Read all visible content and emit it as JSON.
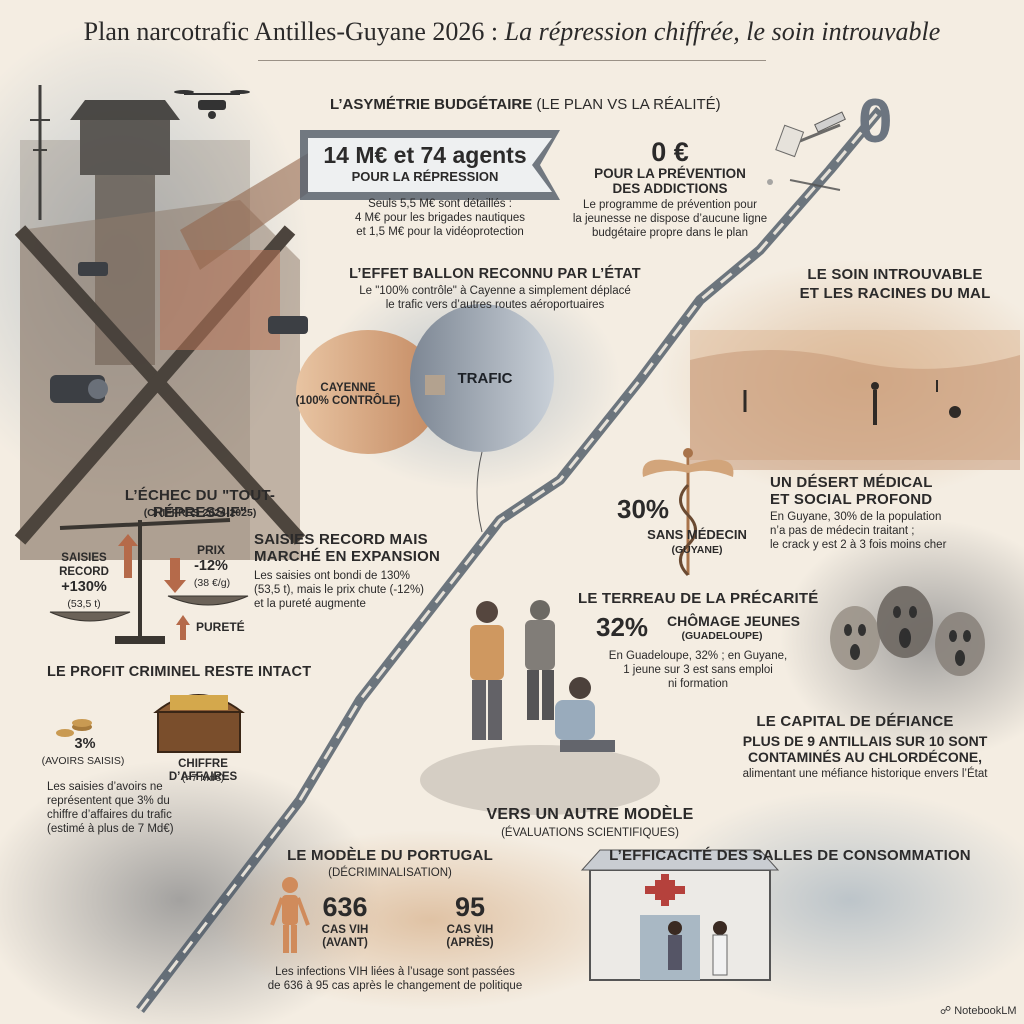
{
  "header": {
    "title_main": "Plan narcotrafic Antilles-Guyane 2026 : ",
    "title_italic": "La répression chiffrée, le soin introuvable"
  },
  "budget": {
    "heading_bold": "L’ASYMÉTRIE BUDGÉTAIRE",
    "heading_rest": " (LE PLAN VS LA RÉALITÉ)",
    "repression_value": "14 M€ et 74 agents",
    "repression_caption": "POUR LA RÉPRESSION",
    "repression_detail": "Seuls 5,5 M€ sont détaillés :\n4 M€ pour les brigades nautiques\net 1,5 M€ pour la vidéoprotection",
    "prevention_value": "0 €",
    "prevention_caption": "POUR LA PRÉVENTION\nDES ADDICTIONS",
    "prevention_detail": "Le programme de prévention pour\nla jeunesse ne dispose d’aucune ligne\nbudgétaire propre dans le plan",
    "zero_glyph": "0"
  },
  "balloon": {
    "heading": "L’EFFET BALLON RECONNU PAR L’ÉTAT",
    "detail": "Le \"100% contrôle\" à Cayenne a simplement déplacé\nle trafic vers d’autres routes aéroportuaires",
    "left_label": "CAYENNE\n(100% CONTRÔLE)",
    "right_label": "TRAFIC"
  },
  "soin": {
    "heading": "LE SOIN INTROUVABLE\nET LES RACINES DU MAL"
  },
  "echec": {
    "heading": "L’ÉCHEC DU \"TOUT-RÉPRESSIF\"",
    "subheading": "(CHIFFRES 2024-2025)",
    "saisies_label": "SAISIES\nRECORD",
    "saisies_value": "+130%",
    "saisies_sub": "(53,5 t)",
    "prix_label": "PRIX",
    "prix_value": "-12%",
    "prix_sub": "(38 €/g)",
    "purete_label": "PURETÉ",
    "side_heading": "SAISIES RECORD MAIS\nMARCHÉ EN EXPANSION",
    "side_detail": "Les saisies ont bondi de 130%\n(53,5 t), mais le prix chute (-12%)\net la pureté augmente"
  },
  "desert": {
    "value": "30%",
    "caption": "SANS MÉDECIN",
    "caption_sub": "(GUYANE)",
    "heading": "UN DÉSERT MÉDICAL\nET SOCIAL PROFOND",
    "detail": "En Guyane, 30% de la population\nn’a pas de médecin traitant ;\nle crack y est 2 à 3 fois moins cher"
  },
  "precarite": {
    "heading": "LE TERREAU DE LA PRÉCARITÉ",
    "value": "32%",
    "caption": "CHÔMAGE JEUNES",
    "caption_sub": "(GUADELOUPE)",
    "detail": "En Guadeloupe, 32% ; en Guyane,\n1 jeune sur 3 est sans emploi\nni formation"
  },
  "profit": {
    "heading": "LE PROFIT CRIMINEL RESTE INTACT",
    "left_value": "3%",
    "left_caption": "(AVOIRS SAISIS)",
    "right_caption": "CHIFFRE D’AFFAIRES",
    "right_sub": "(>7 Md€)",
    "detail": "Les saisies d’avoirs ne\nreprésentent que 3% du\nchiffre d’affaires du trafic\n(estimé à plus de 7 Md€)"
  },
  "defiance": {
    "heading": "LE CAPITAL DE DÉFIANCE",
    "bold_text": "PLUS DE 9 ANTILLAIS SUR 10 SONT\nCONTAMINÉS AU CHLORDÉCONE,",
    "detail": "alimentant une méfiance historique envers l’État"
  },
  "modele": {
    "heading": "VERS UN AUTRE MODÈLE",
    "subheading": "(ÉVALUATIONS SCIENTIFIQUES)"
  },
  "portugal": {
    "heading": "LE MODÈLE DU PORTUGAL",
    "subheading": "(DÉCRIMINALISATION)",
    "before_value": "636",
    "before_caption": "CAS VIH\n(AVANT)",
    "after_value": "95",
    "after_caption": "CAS VIH\n(APRÈS)",
    "detail": "Les infections VIH liées à l’usage sont passées\nde 636 à 95 cas après le changement de politique"
  },
  "salles": {
    "heading": "L’EFFICACITÉ DES SALLES DE CONSOMMATION"
  },
  "watermark": "NotebookLM",
  "icons": [
    "drone-icon",
    "watchtower-icon",
    "camera-icon",
    "balloon-icon",
    "scale-icon",
    "caduceus-icon",
    "treasure-chest-icon",
    "coins-icon",
    "faces-icon",
    "human-body-icon",
    "clinic-icon",
    "syringe-icon",
    "arrow-up-icon",
    "arrow-down-icon"
  ],
  "colors": {
    "ink": "#2b2a2a",
    "accent": "#b56a4a",
    "slate": "#5b6470",
    "paper": "#f4ede2",
    "wash": "#c9a98a"
  }
}
